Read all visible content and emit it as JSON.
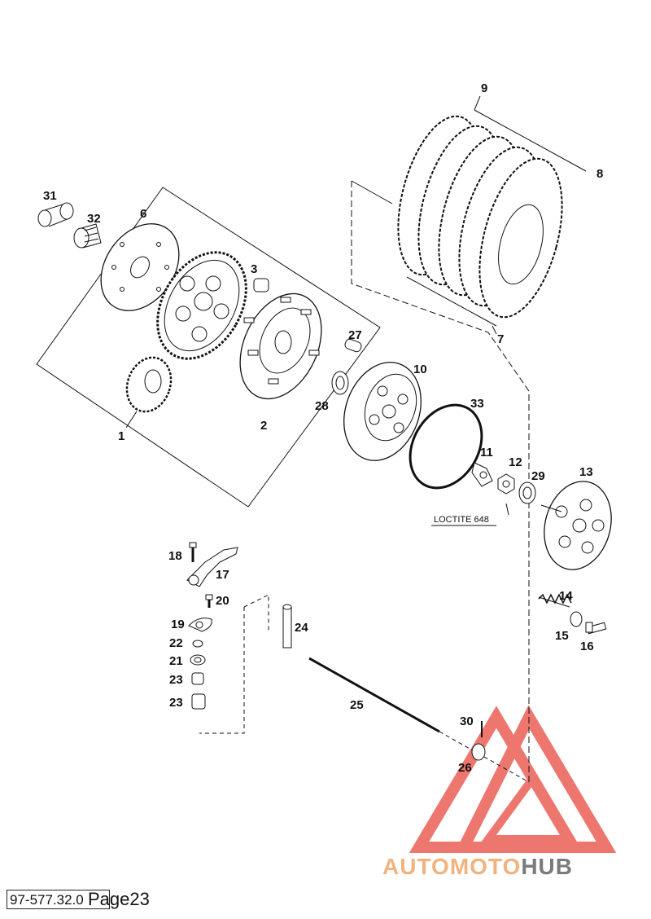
{
  "diagram": {
    "callouts": {
      "c1": "1",
      "c2": "2",
      "c3": "3",
      "c6": "6",
      "c7": "7",
      "c8": "8",
      "c9": "9",
      "c10": "10",
      "c11": "11",
      "c12": "12",
      "c13": "13",
      "c14": "14",
      "c15": "15",
      "c16": "16",
      "c17": "17",
      "c18": "18",
      "c19": "19",
      "c20": "20",
      "c21": "21",
      "c22": "22",
      "c23a": "23",
      "c23b": "23",
      "c24": "24",
      "c25": "25",
      "c26": "26",
      "c27": "27",
      "c28": "28",
      "c29": "29",
      "c30": "30",
      "c31": "31",
      "c32": "32",
      "c33": "33"
    },
    "note": "LOCTITE 648"
  },
  "footer": {
    "doc_code": "97-577.32.0",
    "page_label": "Page23"
  },
  "watermark": {
    "brand_light": "AUTOMOTO",
    "brand_dark": "HUB",
    "colors": {
      "triangle": "#e9564a",
      "light": "#f2b27e",
      "dark": "#7a7a7a"
    }
  }
}
